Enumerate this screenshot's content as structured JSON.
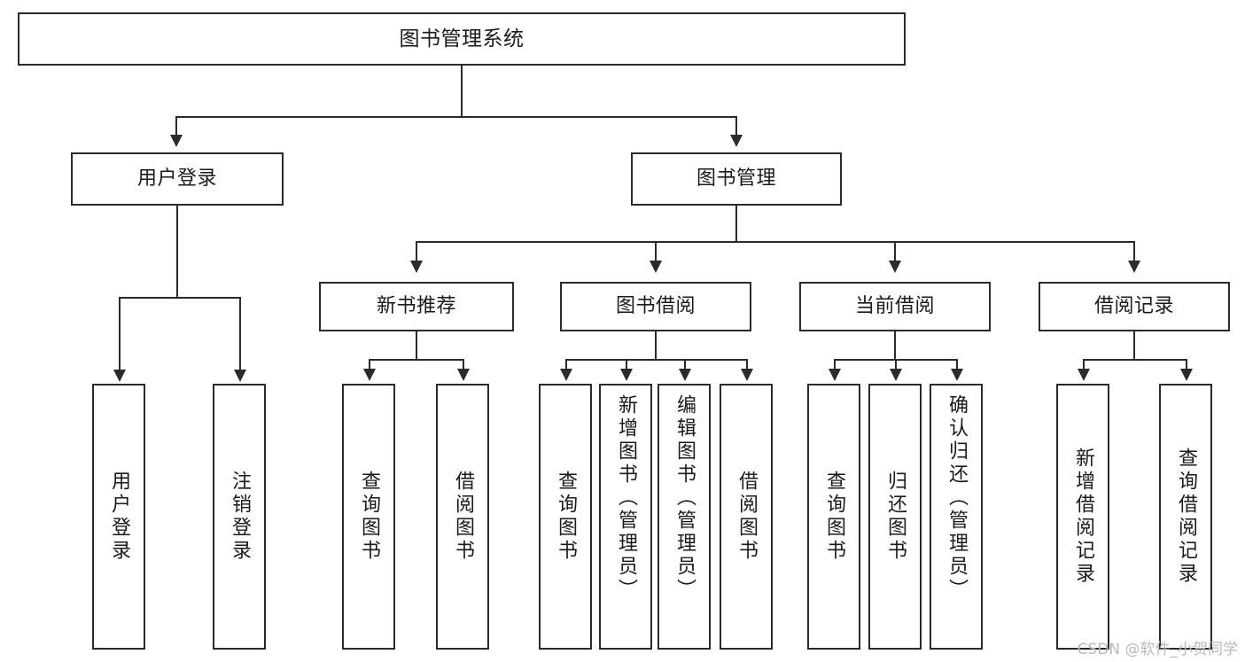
{
  "diagram": {
    "title": "图书管理系统",
    "type": "tree",
    "watermark": "CSDN @软件_小贺同学",
    "nodes": {
      "root": {
        "label": "图书管理系统"
      },
      "level2": [
        {
          "id": "user-login",
          "label": "用户登录"
        },
        {
          "id": "book-management",
          "label": "图书管理"
        }
      ],
      "level3": [
        {
          "id": "new-book-recommend",
          "label": "新书推荐"
        },
        {
          "id": "book-borrow",
          "label": "图书借阅"
        },
        {
          "id": "current-borrow",
          "label": "当前借阅"
        },
        {
          "id": "borrow-record",
          "label": "借阅记录"
        }
      ],
      "leaves": {
        "user_login": [
          {
            "id": "leaf-user-login",
            "label": "用户登录"
          },
          {
            "id": "leaf-logout-login",
            "label": "注销登录"
          }
        ],
        "new_book_recommend": [
          {
            "id": "leaf-query-book-1",
            "label": "查询图书"
          },
          {
            "id": "leaf-borrow-book-1",
            "label": "借阅图书"
          }
        ],
        "book_borrow": [
          {
            "id": "leaf-query-book-2",
            "label": "查询图书"
          },
          {
            "id": "leaf-add-book",
            "label": "新增图书（管理员）"
          },
          {
            "id": "leaf-edit-book",
            "label": "编辑图书（管理员）"
          },
          {
            "id": "leaf-borrow-book-2",
            "label": "借阅图书"
          }
        ],
        "current_borrow": [
          {
            "id": "leaf-query-book-3",
            "label": "查询图书"
          },
          {
            "id": "leaf-return-book",
            "label": "归还图书"
          },
          {
            "id": "leaf-confirm-return",
            "label": "确认归还（管理员）"
          }
        ],
        "borrow_record": [
          {
            "id": "leaf-add-record",
            "label": "新增借阅记录"
          },
          {
            "id": "leaf-query-record",
            "label": "查询借阅记录"
          }
        ]
      }
    },
    "colors": {
      "stroke": "#2b2b2b",
      "fill": "#ffffff",
      "watermark": "#b9b9b9"
    }
  }
}
